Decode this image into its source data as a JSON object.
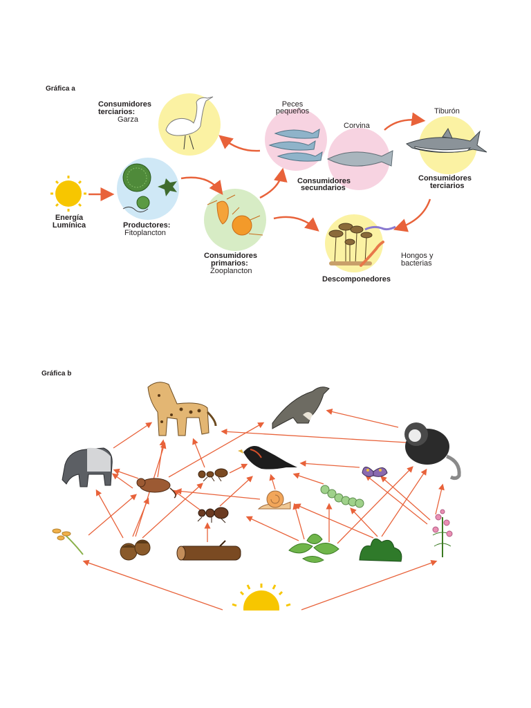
{
  "chart_a": {
    "title": "Gráfica a",
    "heron": {
      "line1": "Consumidores",
      "line2": "terciarios:",
      "name": "Garza"
    },
    "small_fish": {
      "line1": "Peces",
      "line2": "pequeños"
    },
    "corvina": "Corvina",
    "shark": "Tiburón",
    "secondary": {
      "line1": "Consumidores",
      "line2": "secundarios"
    },
    "tertiary": {
      "line1": "Consumidores",
      "line2": "terciarios"
    },
    "energy": {
      "line1": "Energía",
      "line2": "Lumínica"
    },
    "producers": {
      "line1": "Productores:",
      "name": "Fitoplancton"
    },
    "primary": {
      "line1": "Consumidores",
      "line2": "primarios:",
      "name": "Zooplancton"
    },
    "fungi": {
      "line1": "Hongos y",
      "line2": "bacterias"
    },
    "decomposers": "Descomponedores"
  },
  "chart_b": {
    "title": "Gráfica b"
  },
  "colors": {
    "arrow": "#e8623a",
    "yellow_circle": "#fbf2a3",
    "blue_circle": "#cfe8f6",
    "green_circle": "#d7ecc5",
    "pink_circle": "#f7d3e1",
    "sun": "#f7c600"
  }
}
